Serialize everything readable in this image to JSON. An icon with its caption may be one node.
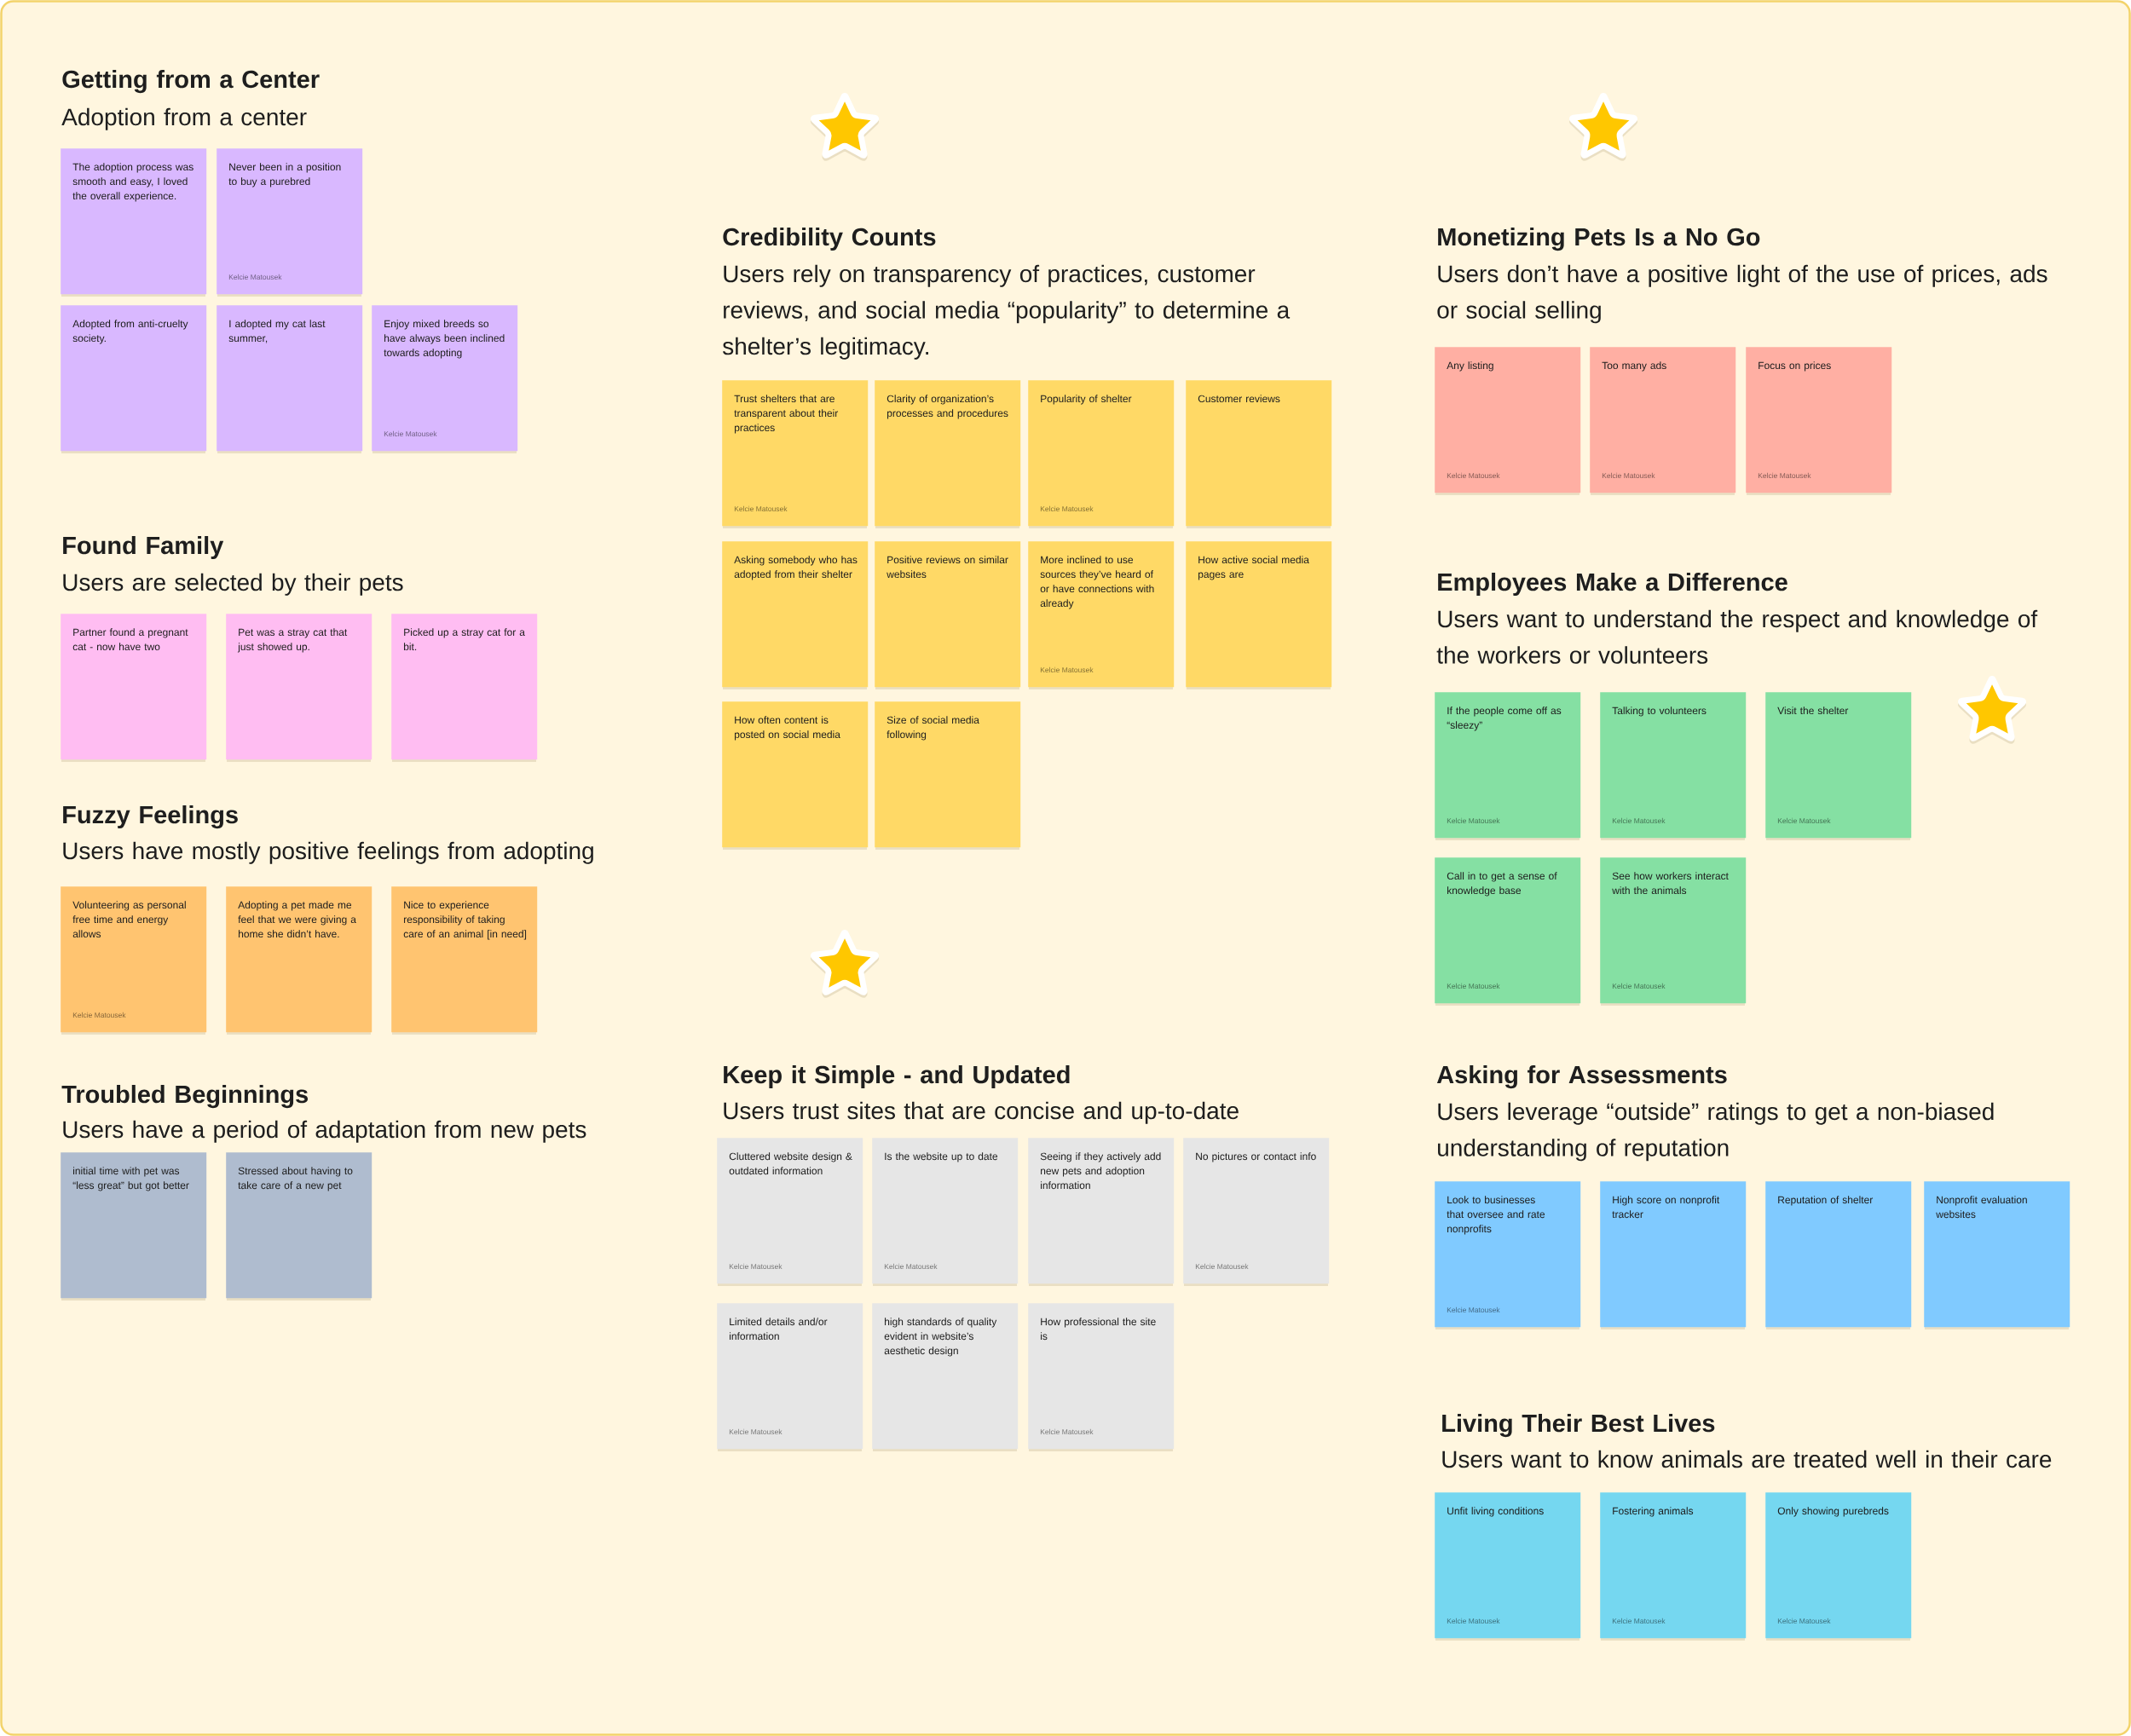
{
  "diagram": {
    "nodes": [
      {
        "text": [
          "The adoption process was smooth and easy, I loved the overall experience."
        ]
      },
      {
        "text": [
          "Never been in a position to buy a purebred",
          "Kelcie Matousek"
        ]
      },
      {
        "text": [
          "Adopted from anti-cruelty society."
        ]
      },
      {
        "text": [
          "I adopted my cat last summer,"
        ]
      },
      {
        "text": [
          "Enjoy mixed breeds so have always been inclined towards adopting",
          "Kelcie Matousek"
        ]
      },
      {
        "text": [
          "Partner found a pregnant cat - now have two"
        ]
      },
      {
        "text": [
          "Pet was a stray cat that just showed up."
        ]
      },
      {
        "text": [
          "Picked up a stray cat for a bit."
        ]
      },
      {
        "text": [
          "Volunteering as personal free time and energy allows",
          "Kelcie Matousek"
        ]
      },
      {
        "text": [
          "Adopting a pet made me feel that we were giving a home she didn’t have."
        ]
      },
      {
        "text": [
          "Nice to experience responsibility of taking care of an animal [in need]"
        ]
      },
      {
        "text": [
          "initial time with pet was “less great” but got better"
        ]
      },
      {
        "text": [
          "Stressed about having to take care of a new pet"
        ]
      },
      {
        "text": [
          "Trust shelters that are transparent about their practices",
          "Kelcie Matousek"
        ]
      },
      {
        "text": [
          "Clarity of organization’s processes and procedures"
        ]
      },
      {
        "text": [
          "Popularity of shelter",
          "Kelcie Matousek"
        ]
      },
      {
        "text": [
          "Customer reviews"
        ]
      },
      {
        "text": [
          "Asking somebody who has adopted from their shelter"
        ]
      },
      {
        "text": [
          "Positive reviews on similar websites"
        ]
      },
      {
        "text": [
          "More inclined to use sources they’ve heard of or have connections with already",
          "Kelcie Matousek"
        ]
      },
      {
        "text": [
          "How active social media pages are"
        ]
      },
      {
        "text": [
          "How often content is posted on social media"
        ]
      },
      {
        "text": [
          "Size of social media following"
        ]
      },
      {
        "text": [
          "Cluttered website design & outdated information",
          "Kelcie Matousek"
        ]
      },
      {
        "text": [
          "Is the website up to date",
          "Kelcie Matousek"
        ]
      },
      {
        "text": [
          "Seeing if they actively add new pets and adoption information"
        ]
      },
      {
        "text": [
          "No pictures or contact info",
          "Kelcie Matousek"
        ]
      },
      {
        "text": [
          "Limited details and/or information",
          "Kelcie Matousek"
        ]
      },
      {
        "text": [
          "high standards of quality evident in website’s aesthetic design"
        ]
      },
      {
        "text": [
          "How professional the site is",
          "Kelcie Matousek"
        ]
      },
      {
        "text": [
          "Any listing",
          "Kelcie Matousek"
        ]
      },
      {
        "text": [
          "Too many ads",
          "Kelcie Matousek"
        ]
      },
      {
        "text": [
          "Focus on prices",
          "Kelcie Matousek"
        ]
      },
      {
        "text": [
          "If the people come off as “sleezy”",
          "Kelcie Matousek"
        ]
      },
      {
        "text": [
          "Talking to volunteers",
          "Kelcie Matousek"
        ]
      },
      {
        "text": [
          "Visit the shelter",
          "Kelcie Matousek"
        ]
      },
      {
        "text": [
          "Call in to get a sense of knowledge base",
          "Kelcie Matousek"
        ]
      },
      {
        "text": [
          "See how workers interact with the animals",
          "Kelcie Matousek"
        ]
      },
      {
        "text": [
          "Look to businesses that oversee and rate nonprofits",
          "Kelcie Matousek"
        ]
      },
      {
        "text": [
          "High score on nonprofit tracker"
        ]
      },
      {
        "text": [
          "Reputation of shelter"
        ]
      },
      {
        "text": [
          "Nonprofit evaluation websites"
        ]
      },
      {
        "text": [
          "Unfit living conditions",
          "Kelcie Matousek"
        ]
      },
      {
        "text": [
          "Fostering animals",
          "Kelcie Matousek"
        ]
      },
      {
        "text": [
          "Only showing purebreds",
          "Kelcie Matousek"
        ]
      }
    ],
    "labels": [
      "Getting from a Center",
      "Adoption from a center",
      "Found Family",
      "Users are selected by their pets",
      "Fuzzy Feelings",
      "Users have mostly positive feelings from adopting",
      "Troubled Beginnings",
      "Users have a period of adaptation from new pets",
      "Credibility Counts",
      "Users rely on transparency of practices, customer reviews, and social media “popularity” to determine a shelter’s legitimacy.",
      "Keep it Simple - and Updated",
      "Users trust sites that are concise and up-to-date",
      "Monetizing Pets Is a No Go",
      "Users don’t have a positive light of the use of prices, ads or social selling",
      "Employees Make a Difference",
      "Users want to understand the respect and knowledge of the workers or volunteers",
      "Asking for Assessments",
      "Users leverage “outside” ratings to get a non-biased understanding of reputation",
      "Living Their Best Lives",
      "Users want to know animals are treated well in their care"
    ]
  }
}
